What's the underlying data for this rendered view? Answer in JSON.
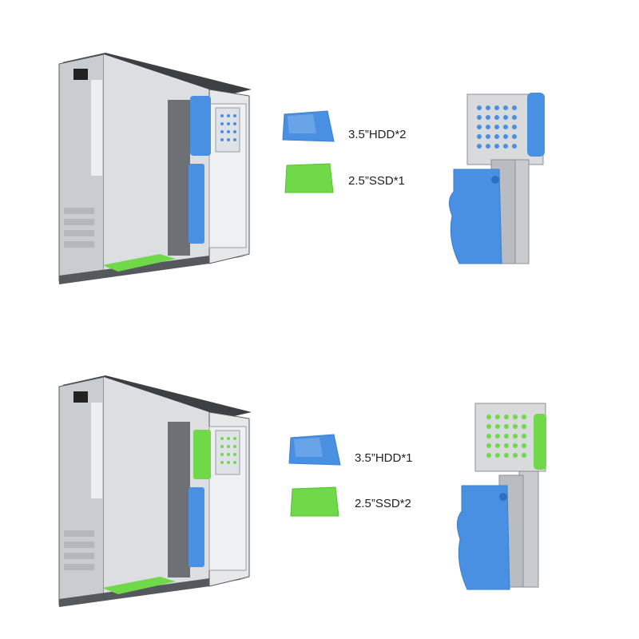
{
  "colors": {
    "hdd_blue": "#4a90e2",
    "hdd_blue_light": "#7fb2ee",
    "ssd_green": "#6fd94a",
    "chassis_silver": "#d8dadc",
    "chassis_dark": "#3c3f44"
  },
  "configs": [
    {
      "hdd_label": "3.5”HDD*2",
      "ssd_label": "2.5”SSD*1"
    },
    {
      "hdd_label": "3.5”HDD*1",
      "ssd_label": "2.5”SSD*2"
    }
  ]
}
